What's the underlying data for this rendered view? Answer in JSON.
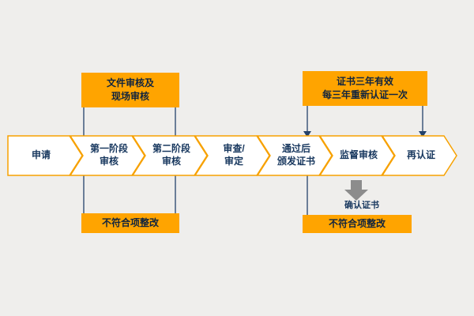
{
  "colors": {
    "background": "#efeeec",
    "box_fill": "#FFA400",
    "chevron_fill": "#ffffff",
    "chevron_border": "#F7A100",
    "text": "#17375E",
    "line": "#24426B",
    "gray_arrow": "#8C8C8C"
  },
  "flow_steps": [
    {
      "line1": "申请",
      "line2": ""
    },
    {
      "line1": "第一阶段",
      "line2": "审核"
    },
    {
      "line1": "第二阶段",
      "line2": "审核"
    },
    {
      "line1": "审查/",
      "line2": "审定"
    },
    {
      "line1": "通过后",
      "line2": "颁发证书"
    },
    {
      "line1": "监督审核",
      "line2": ""
    },
    {
      "line1": "再认证",
      "line2": ""
    }
  ],
  "callouts": {
    "doc_site_audit": {
      "line1": "文件审核及",
      "line2": "现场审核"
    },
    "cert_validity": {
      "line1": "证书三年有效",
      "line2": "每三年重新认证一次"
    },
    "rectify_left": {
      "label": "不符合项整改"
    },
    "rectify_right": {
      "label": "不符合项整改"
    },
    "confirm_cert": {
      "label": "确认证书"
    }
  }
}
